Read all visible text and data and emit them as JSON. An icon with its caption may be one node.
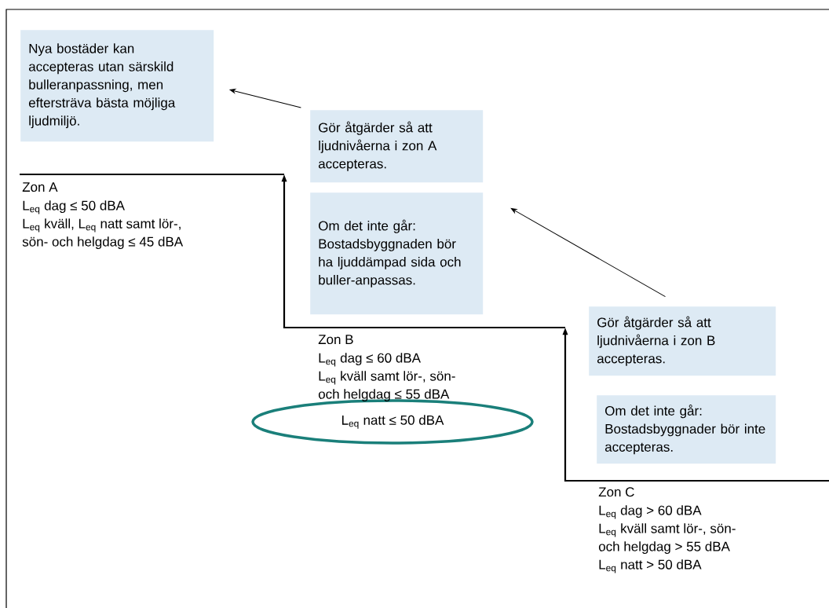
{
  "diagram": {
    "nodes": [
      {
        "text": [
          "Nya bostäder kan accepteras utan särskild bulleranpassning, men eftersträva bästa möjliga ljudmiljö."
        ]
      },
      {
        "text": [
          "Gör åtgärder så att ljudnivåerna i zon A accepteras."
        ]
      },
      {
        "text": [
          "Om det inte går: Bostadsbyggnaden bör ha ljuddämpad sida och buller-anpassas."
        ]
      },
      {
        "text": [
          "Gör åtgärder så att ljudnivåerna i zon B accepteras."
        ]
      },
      {
        "text": [
          "Om det inte går: Bostadsbyggnader bör inte accepteras."
        ]
      },
      {
        "text": [
          "L$_{eq}$ natt ≤ 50 dBA"
        ]
      }
    ],
    "edges": [
      {
        "from": 1,
        "to": 0,
        "arrow": "to"
      },
      {
        "from": 3,
        "to": 2,
        "arrow": "to"
      }
    ],
    "labels": [
      "Zon A",
      "L$_{eq}$ dag ≤ 50 dBA",
      "L$_{eq}$ kväll, L$_{eq}$ natt samt lör-,",
      "sön- och helgdag ≤ 45 dBA",
      "Zon B",
      "L$_{eq}$ dag ≤ 60 dBA",
      "L$_{eq}$ kväll samt lör-, sön-",
      "och helgdag ≤ 55 dBA",
      "Zon C",
      "L$_{eq}$ dag > 60 dBA",
      "L$_{eq}$ kväll samt lör-, sön-",
      "och helgdag > 55 dBA",
      "L$_{eq}$ natt > 50 dBA"
    ]
  }
}
